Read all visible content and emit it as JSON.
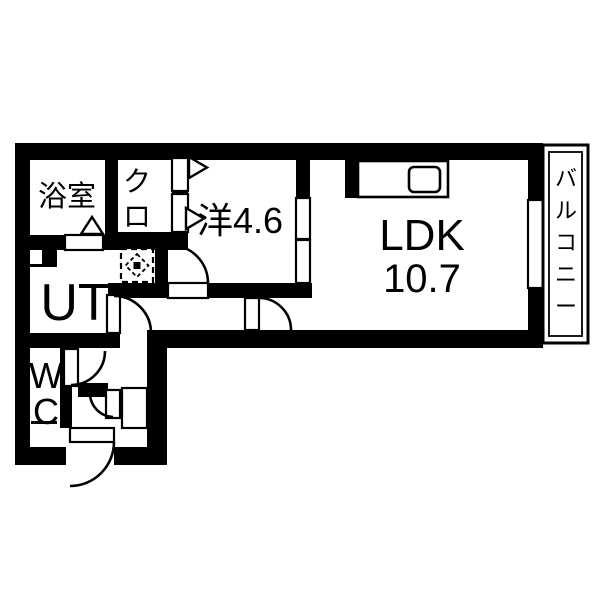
{
  "floorplan": {
    "background": "#ffffff",
    "wall_color": "#000000",
    "rooms": {
      "bath": {
        "label": "浴室"
      },
      "closet": {
        "label": "クロ",
        "chars": [
          "ク",
          "ロ"
        ]
      },
      "western_room": {
        "label": "洋4.6"
      },
      "ldk": {
        "label": "LDK",
        "area_value": "10.7"
      },
      "balcony": {
        "label": "バルコニー",
        "chars": [
          "バ",
          "ル",
          "コ",
          "ニ",
          "ー"
        ]
      },
      "utility": {
        "label": "UT"
      },
      "toilet": {
        "label": "WC",
        "chars": [
          "W",
          "C"
        ]
      }
    }
  }
}
